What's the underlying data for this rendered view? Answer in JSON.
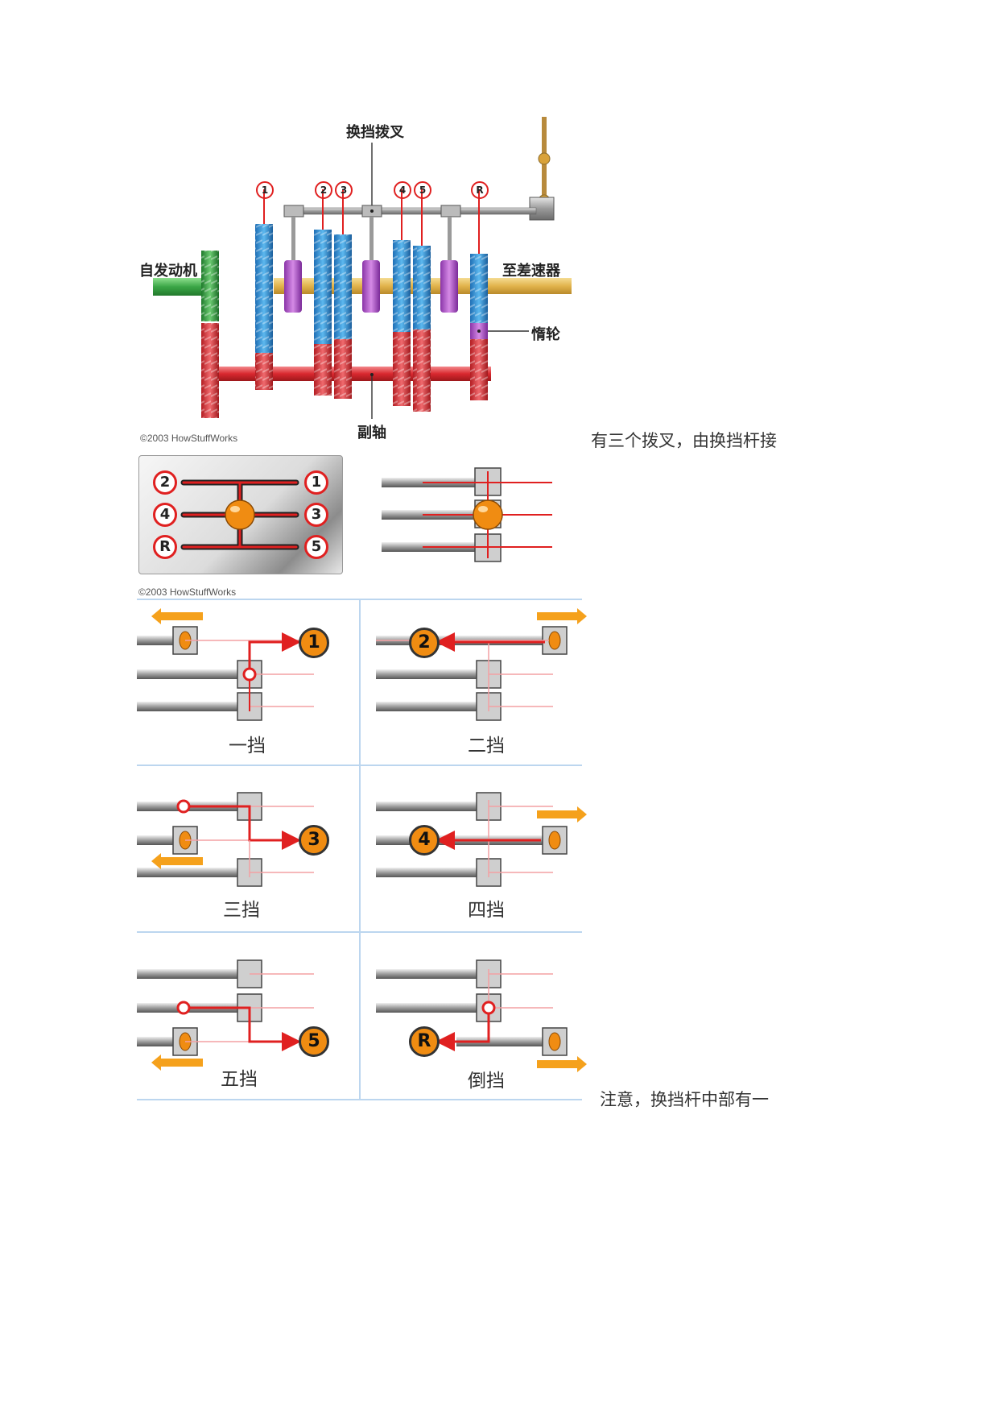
{
  "gearbox": {
    "labels": {
      "shift_fork": "换挡拨叉",
      "from_engine": "自发动机",
      "to_differential": "至差速器",
      "idler": "惰轮",
      "countershaft": "副轴"
    },
    "gear_marks": [
      "1",
      "2",
      "3",
      "4",
      "5",
      "R"
    ],
    "copyright": "©2003 HowStuffWorks"
  },
  "shift_pattern": {
    "positions": [
      "2",
      "1",
      "4",
      "3",
      "R",
      "5"
    ],
    "copyright": "©2003 HowStuffWorks"
  },
  "gear_panels": [
    {
      "badge": "1",
      "caption": "一挡"
    },
    {
      "badge": "2",
      "caption": "二挡"
    },
    {
      "badge": "3",
      "caption": "三挡"
    },
    {
      "badge": "4",
      "caption": "四挡"
    },
    {
      "badge": "5",
      "caption": "五挡"
    },
    {
      "badge": "R",
      "caption": "倒挡"
    }
  ],
  "body_text": {
    "line1": "有三个拨叉，由换挡杆接",
    "line2": "注意，换挡杆中部有一"
  },
  "colors": {
    "blue_gear": "#2b8fd6",
    "red_gear": "#d9282f",
    "purple_collar": "#a94fc4",
    "green_gear": "#2e9a3c",
    "shaft_yellow": "#e7c05a",
    "orange_knob": "#f08c12",
    "rail_gray": "#9a9a9a"
  }
}
